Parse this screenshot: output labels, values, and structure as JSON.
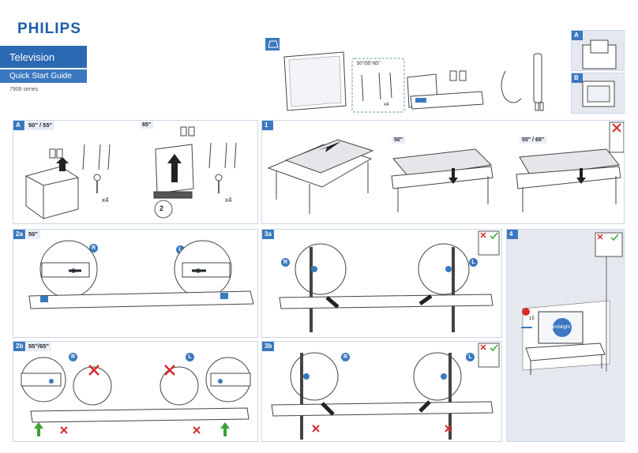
{
  "brand": {
    "logo": "PHILIPS",
    "product": "Television",
    "guide": "Quick Start Guide",
    "series": "7906 series"
  },
  "header": {
    "box_sizes": "50\"/55\"/65\"",
    "screw_count": "x4",
    "option_a": "A",
    "option_b": "B"
  },
  "panels": {
    "a": {
      "tag": "A",
      "label": "50\" / 55\"",
      "screw_count": "x4"
    },
    "a65": {
      "label": "65\"",
      "screw_count": "x4",
      "step": "2"
    },
    "p1": {
      "tag": "1",
      "label_50": "50\"",
      "label_55_65": "55\" / 65\""
    },
    "p2a": {
      "tag": "2a",
      "label": "50\"",
      "right": "R",
      "left": "L"
    },
    "p3a": {
      "tag": "3a",
      "right": "R",
      "left": "L"
    },
    "p4": {
      "tag": "4",
      "distance": "15",
      "ambilight": "ambilight"
    },
    "p2b": {
      "tag": "2b",
      "label": "55\"/65\"",
      "right": "R",
      "left": "L"
    },
    "p3b": {
      "tag": "3b",
      "right": "R",
      "left": "L"
    }
  },
  "colors": {
    "brand_blue": "#1c5ea8",
    "accent_blue": "#3b78c0",
    "cross_red": "#d62b2b",
    "check_green": "#3aa335"
  }
}
